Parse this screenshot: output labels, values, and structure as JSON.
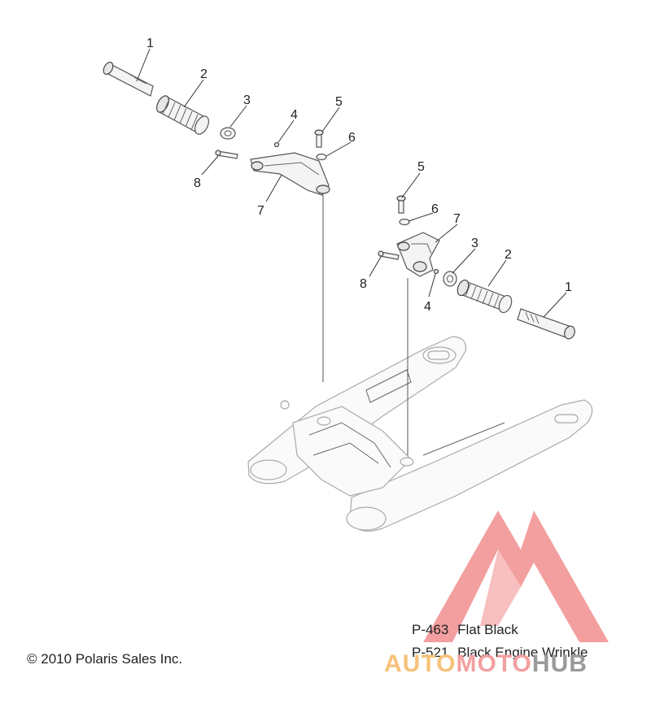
{
  "callouts": {
    "left": [
      "1",
      "2",
      "3",
      "4",
      "5",
      "6",
      "7",
      "8"
    ],
    "right": [
      "1",
      "2",
      "3",
      "4",
      "5",
      "6",
      "7",
      "8"
    ]
  },
  "paint_codes": [
    {
      "code": "P-463",
      "finish": "Flat Black"
    },
    {
      "code": "P-521",
      "finish": "Black Engine Wrinkle"
    }
  ],
  "copyright": "© 2010 Polaris Sales Inc.",
  "watermark": {
    "part_a": "AUTO",
    "part_b": "MOTO",
    "part_c": "HUB",
    "color_triangle": "#f08080",
    "color_auto": "#f6c27a",
    "color_hub": "#9a9a9a"
  }
}
